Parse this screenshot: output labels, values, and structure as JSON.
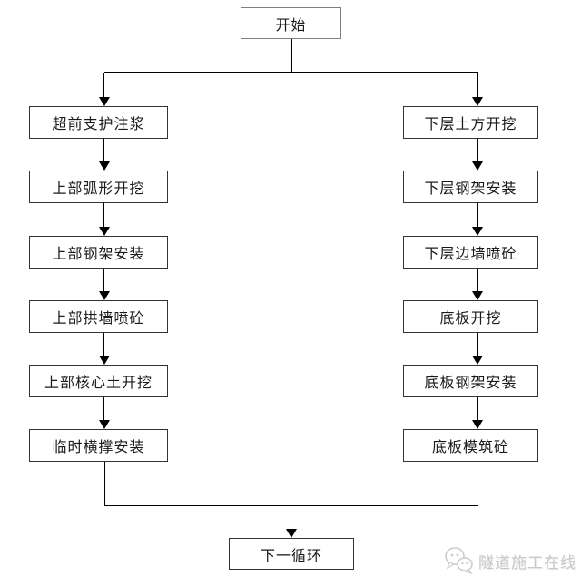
{
  "diagram": {
    "start": "开始",
    "left_column": [
      "超前支护注浆",
      "上部弧形开挖",
      "上部钢架安装",
      "上部拱墙喷砼",
      "上部核心土开挖",
      "临时横撑安装"
    ],
    "right_column": [
      "下层土方开挖",
      "下层钢架安装",
      "下层边墙喷砼",
      "底板开挖",
      "底板钢架安装",
      "底板模筑砼"
    ],
    "end": "下一循环"
  },
  "watermark": {
    "text": "隧道施工在线"
  },
  "colors": {
    "background": "#ffffff",
    "line": "#000000",
    "box_border": "#333333",
    "start_box_border": "#7f7f7f",
    "text": "#1a1a1a",
    "watermark": "#c8c8c8"
  }
}
